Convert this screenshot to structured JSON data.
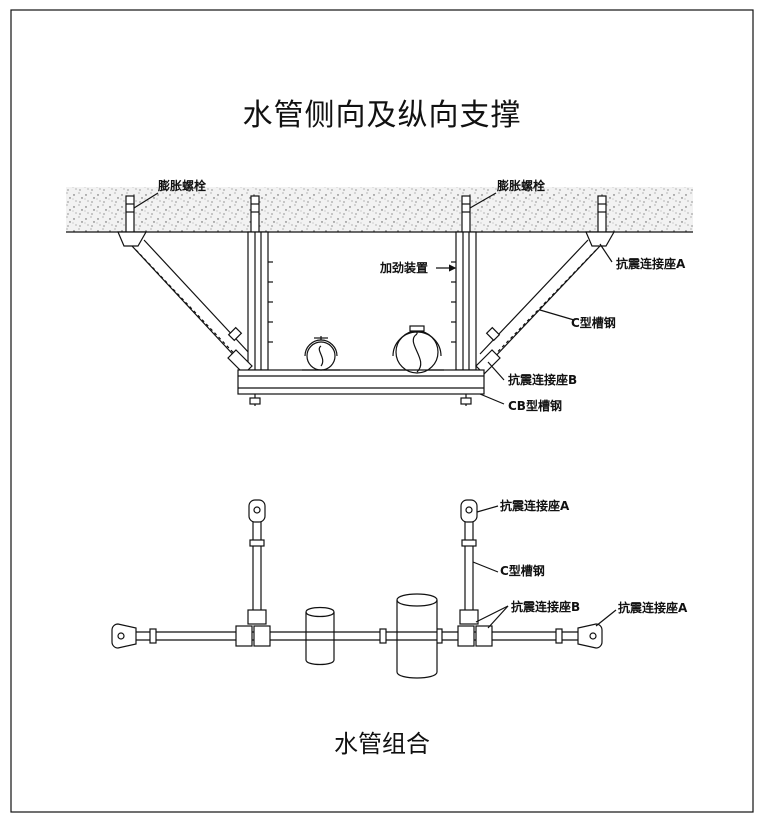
{
  "title": "水管侧向及纵向支撑",
  "subtitle": "水管组合",
  "labels": {
    "anchor_left": "膨胀螺栓",
    "anchor_right": "膨胀螺栓",
    "seat_a_top": "抗震连接座A",
    "stiffener": "加劲装置",
    "c_channel_top": "C型槽钢",
    "seat_b_top": "抗震连接座B",
    "cb_channel": "CB型槽钢",
    "seat_a_plan": "抗震连接座A",
    "c_channel_plan": "C型槽钢",
    "seat_b_plan": "抗震连接座B",
    "seat_a_plan_right": "抗震连接座A"
  },
  "colors": {
    "line": "#111111",
    "ceiling": "#e8e8e8"
  }
}
